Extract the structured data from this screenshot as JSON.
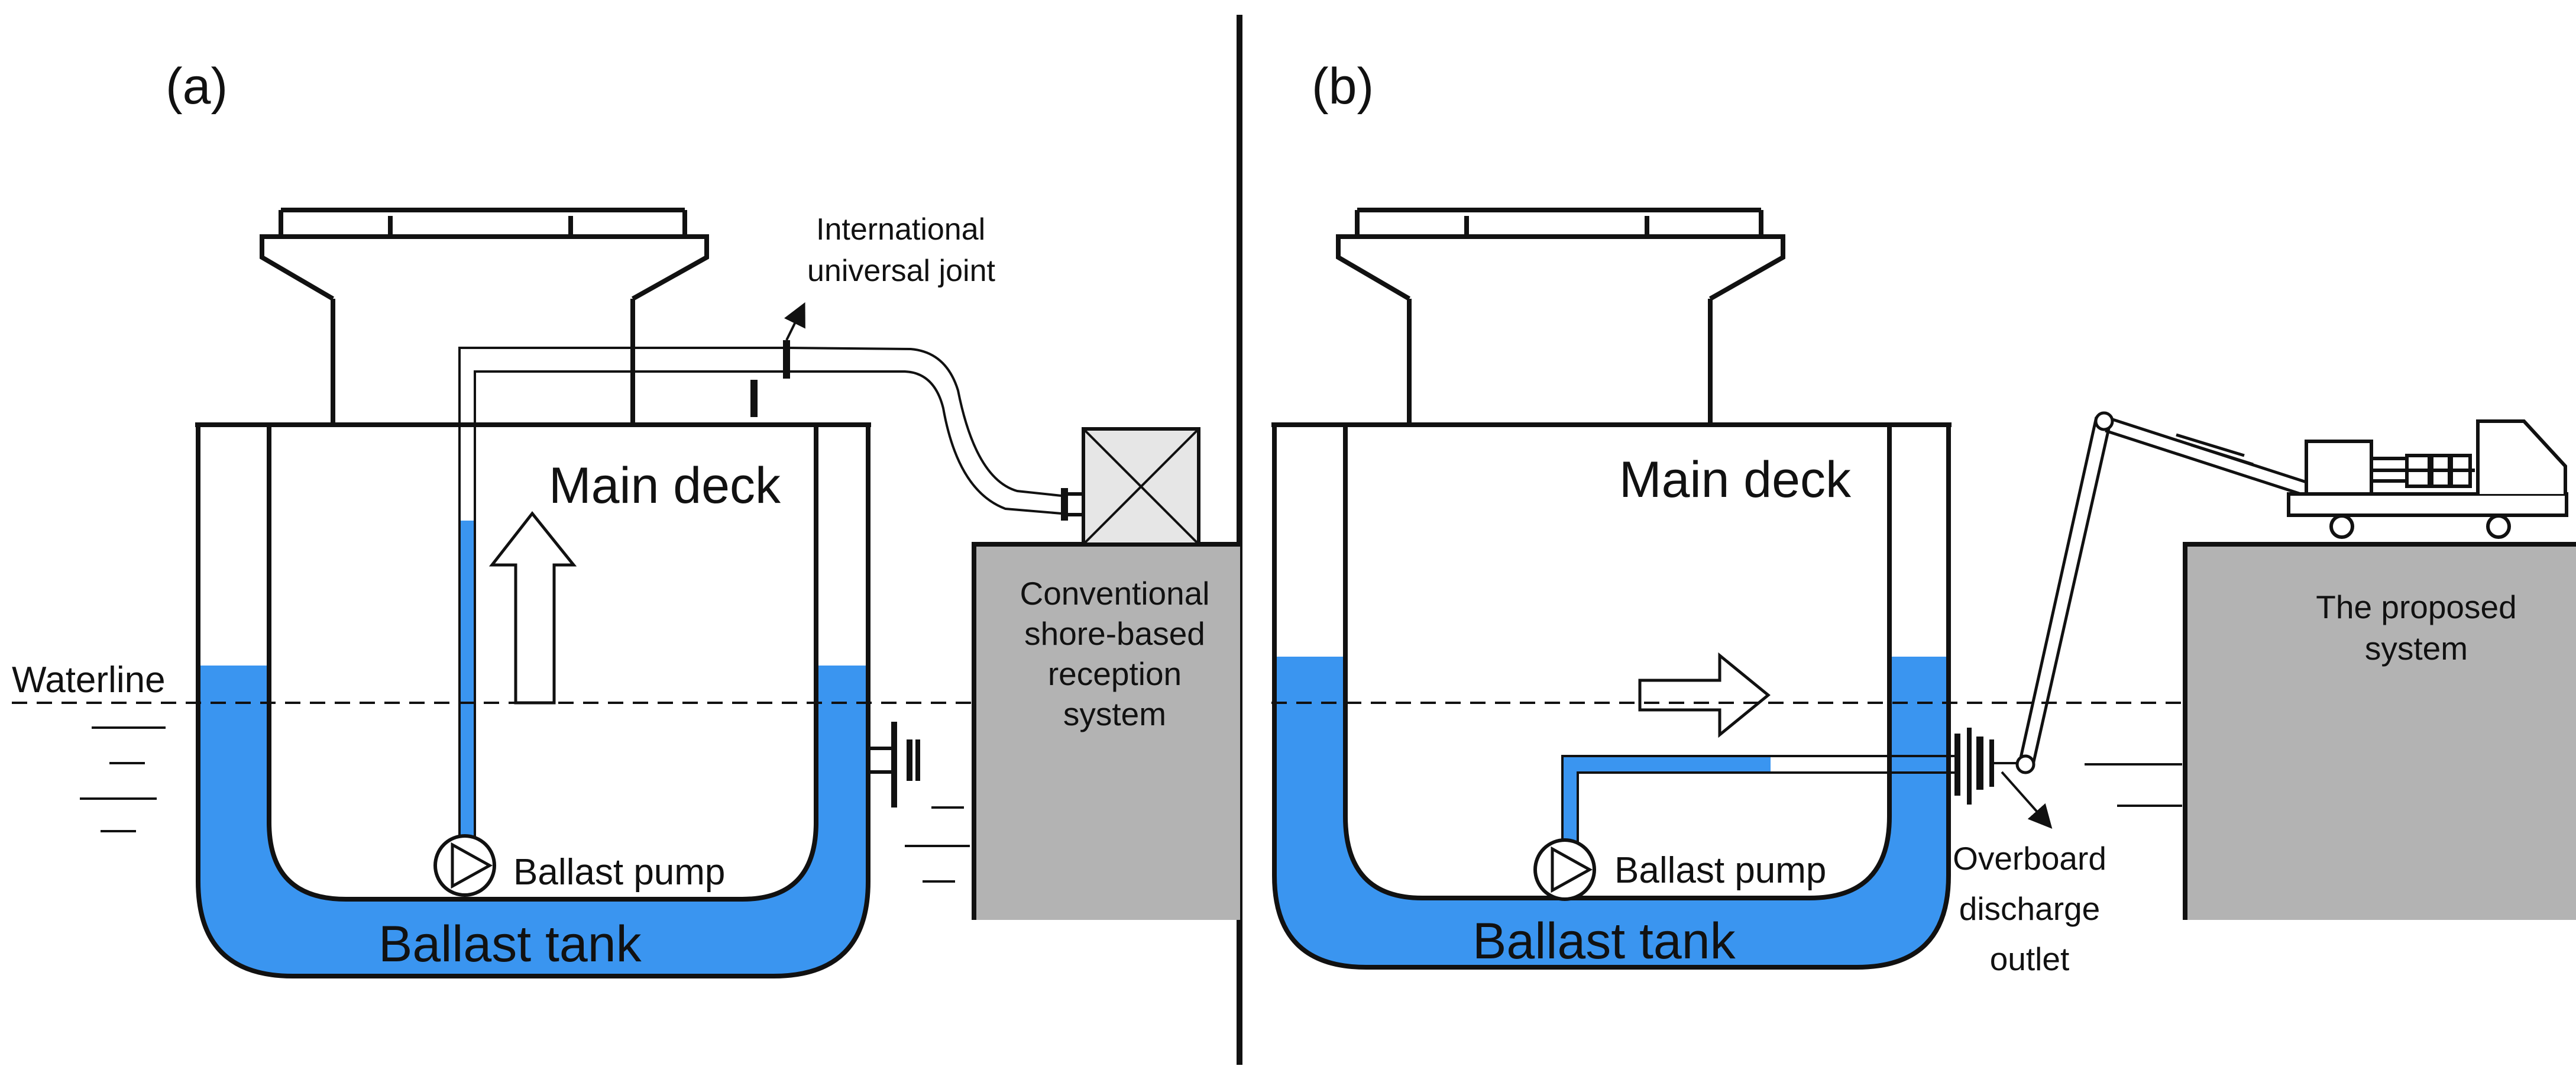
{
  "panel_a": {
    "tag": "(a)",
    "main_deck": "Main deck",
    "ballast_tank": "Ballast tank",
    "ballast_pump": "Ballast pump",
    "waterline": "Waterline",
    "joint_label_1": "International",
    "joint_label_2": "universal joint",
    "shore_label_1": "Conventional",
    "shore_label_2": "shore-based",
    "shore_label_3": "reception",
    "shore_label_4": "system"
  },
  "panel_b": {
    "tag": "(b)",
    "main_deck": "Main deck",
    "ballast_tank": "Ballast tank",
    "ballast_pump": "Ballast pump",
    "outlet_label_1": "Overboard",
    "outlet_label_2": "discharge",
    "outlet_label_3": "outlet",
    "system_label_1": "The proposed",
    "system_label_2": "system"
  },
  "colors": {
    "water": "#3a95f0",
    "ground": "#b3b3b3",
    "line": "#111111"
  }
}
